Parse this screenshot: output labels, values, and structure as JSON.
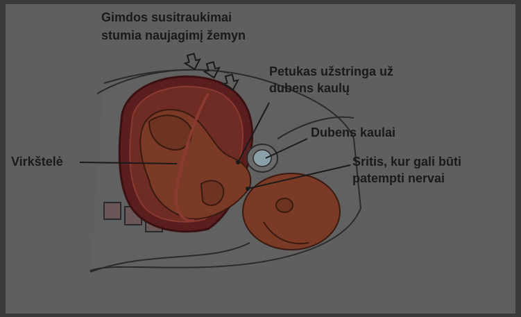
{
  "labels": {
    "contractions": [
      "Gimdos susitraukimai",
      "stumia naujagimį žemyn"
    ],
    "shoulder_stuck": [
      "Petukas užstringa už",
      "dubens kaulų"
    ],
    "pelvic_bones": "Dubens kaulai",
    "nerve_area": [
      "Sritis, kur gali būti",
      "patempti nervai"
    ],
    "umbilical_cord": "Virkštelė"
  },
  "colors": {
    "background": "#5f5f5f",
    "body_fill": "#5e5e5e",
    "uterus_outer": "#5a1e1e",
    "uterus_wall": "#7a2a26",
    "baby_skin": "#7a3a26",
    "baby_shadow": "#5e2a1c",
    "bone": "#6a6a6a",
    "bone_inner": "#8aa0a8",
    "label_text": "#1a1a1a"
  },
  "icons": {
    "arrows": "down-arrow-icon"
  }
}
